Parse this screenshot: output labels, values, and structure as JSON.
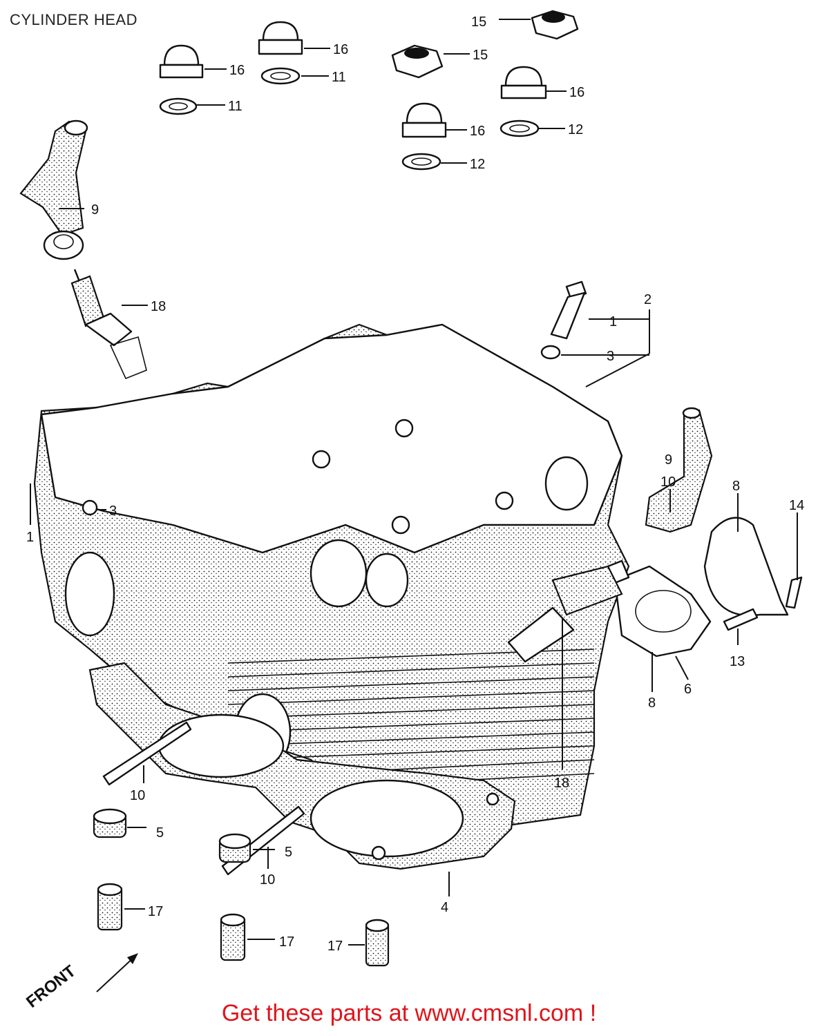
{
  "title": "CYLINDER HEAD",
  "footer": "Get these parts at www.cmsnl.com !",
  "front_label": "FRONT",
  "colors": {
    "footer": "#e0141b",
    "line": "#111111"
  },
  "callouts": [
    {
      "id": "c15a",
      "text": "15"
    },
    {
      "id": "c16a",
      "text": "16"
    },
    {
      "id": "c15b",
      "text": "15"
    },
    {
      "id": "c16b",
      "text": "16"
    },
    {
      "id": "c11a",
      "text": "11"
    },
    {
      "id": "c11b",
      "text": "11"
    },
    {
      "id": "c16c",
      "text": "16"
    },
    {
      "id": "c16d",
      "text": "16"
    },
    {
      "id": "c12a",
      "text": "12"
    },
    {
      "id": "c12b",
      "text": "12"
    },
    {
      "id": "c9a",
      "text": "9"
    },
    {
      "id": "c18a",
      "text": "18"
    },
    {
      "id": "c2",
      "text": "2"
    },
    {
      "id": "c1a",
      "text": "1"
    },
    {
      "id": "c3a",
      "text": "3"
    },
    {
      "id": "c3b",
      "text": "3"
    },
    {
      "id": "c1b",
      "text": "1"
    },
    {
      "id": "c9b",
      "text": "9"
    },
    {
      "id": "c10a",
      "text": "10"
    },
    {
      "id": "c8a",
      "text": "8"
    },
    {
      "id": "c14",
      "text": "14"
    },
    {
      "id": "c13",
      "text": "13"
    },
    {
      "id": "c6",
      "text": "6"
    },
    {
      "id": "c8b",
      "text": "8"
    },
    {
      "id": "c18b",
      "text": "18"
    },
    {
      "id": "c10b",
      "text": "10"
    },
    {
      "id": "c5a",
      "text": "5"
    },
    {
      "id": "c10c",
      "text": "10"
    },
    {
      "id": "c17a",
      "text": "17"
    },
    {
      "id": "c5b",
      "text": "5"
    },
    {
      "id": "c4",
      "text": "4"
    },
    {
      "id": "c17b",
      "text": "17"
    },
    {
      "id": "c17c",
      "text": "17"
    }
  ]
}
